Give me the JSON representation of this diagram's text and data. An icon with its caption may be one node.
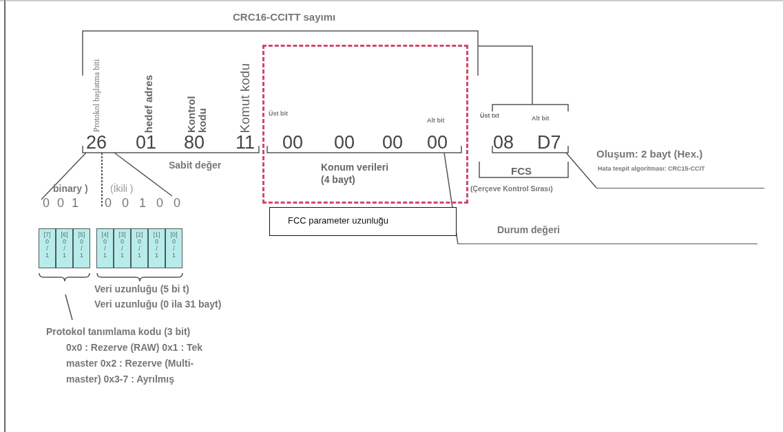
{
  "diagram": {
    "nodes": [
      {
        "text": [
          "Konum verileri (4 bayt)"
        ]
      },
      {
        "text": [
          "FCC parameter uzunluğu"
        ]
      },
      {
        "text": [
          "[7] 0 / 1"
        ]
      },
      {
        "text": [
          "[6] 0 / 1"
        ]
      },
      {
        "text": [
          "[5] 0 / 1"
        ]
      },
      {
        "text": [
          "[4] 0 / 1"
        ]
      },
      {
        "text": [
          "[3] 0 / 1"
        ]
      },
      {
        "text": [
          "[2] 0 / 1"
        ]
      },
      {
        "text": [
          "[1] 0 / 1"
        ]
      },
      {
        "text": [
          "[0] 0 / 1"
        ]
      },
      {
        "text": [
          "00"
        ],
        "in": 0
      },
      {
        "text": [
          "Durum değeri"
        ]
      },
      {
        "text": [
          "D7"
        ]
      },
      {
        "text": [
          "Oluşum: 2 bayt (Hex.)",
          "Hata tespit algoritması: CRC15-CCIT"
        ]
      },
      {
        "text": [
          "Protokol tanımlama kodu (3 bit)",
          "0x0 : Rezerve (RAW) 0x1 : Tek master 0x2 : Rezerve (Multi-master) 0x3-7 : Ayrılmış"
        ]
      }
    ],
    "edges": [
      {
        "from": 10,
        "to": 11,
        "arrow": "none"
      },
      {
        "from": 12,
        "to": 13,
        "arrow": "none"
      },
      {
        "from": null,
        "to": 14,
        "arrow": "none"
      }
    ],
    "labels": [
      "CRC16-CCITT sayımı",
      "Protokol başlatma biti",
      "hedef adres",
      "Kontrol kodu",
      "Komut kodu",
      "Üst bit",
      "Alt bit",
      "Üst txt",
      "Alt bit",
      "26",
      "01",
      "80",
      "11",
      "00",
      "00",
      "00",
      "08",
      "Sabit değer",
      "FCS",
      "binary )",
      "(İkili )",
      "0 0 1",
      "0 0 1 0 0",
      "(Çerçeve Kontrol Sırası)",
      "Veri uzunluğu (5 bi t)",
      "Veri uzunluğu (0 ila 31 bayt)"
    ]
  }
}
